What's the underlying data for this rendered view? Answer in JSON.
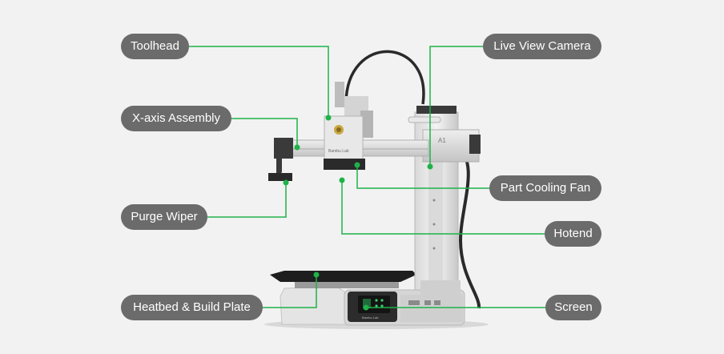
{
  "labels": {
    "toolhead": "Toolhead",
    "x_axis_assembly": "X-axis Assembly",
    "purge_wiper": "Purge Wiper",
    "heatbed_build_plate": "Heatbed & Build Plate",
    "live_view_camera": "Live View Camera",
    "part_cooling_fan": "Part Cooling Fan",
    "hotend": "Hotend",
    "screen": "Screen"
  },
  "product": {
    "toolhead_brand": "Bambu Lab",
    "model": "A1",
    "base_brand": "Bambu Lab"
  },
  "colors": {
    "leader": "#1fb24a",
    "pill": "#6b6b6b",
    "background": "#f2f2f2"
  }
}
